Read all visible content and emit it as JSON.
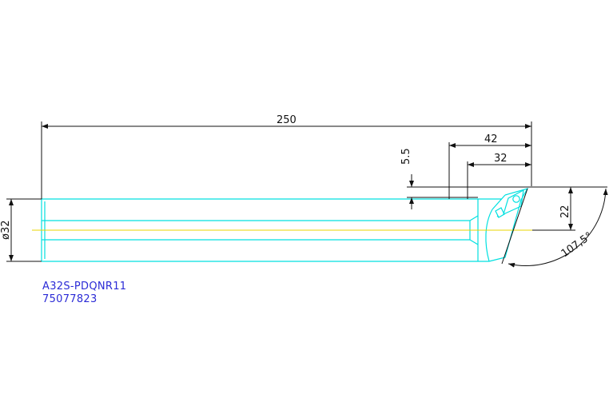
{
  "drawing": {
    "part_number": "A32S-PDQNR11",
    "order_code": "75077823",
    "dimensions": {
      "overall_length": "250",
      "head_length": "42",
      "insert_length": "32",
      "offset": "5.5",
      "diameter": "ø32",
      "height": "22",
      "angle": "107,5°"
    }
  },
  "colors": {
    "outline": "#00e0e0",
    "centerline": "#e8d400",
    "dimension": "#111111",
    "label": "#2b2bd6"
  }
}
